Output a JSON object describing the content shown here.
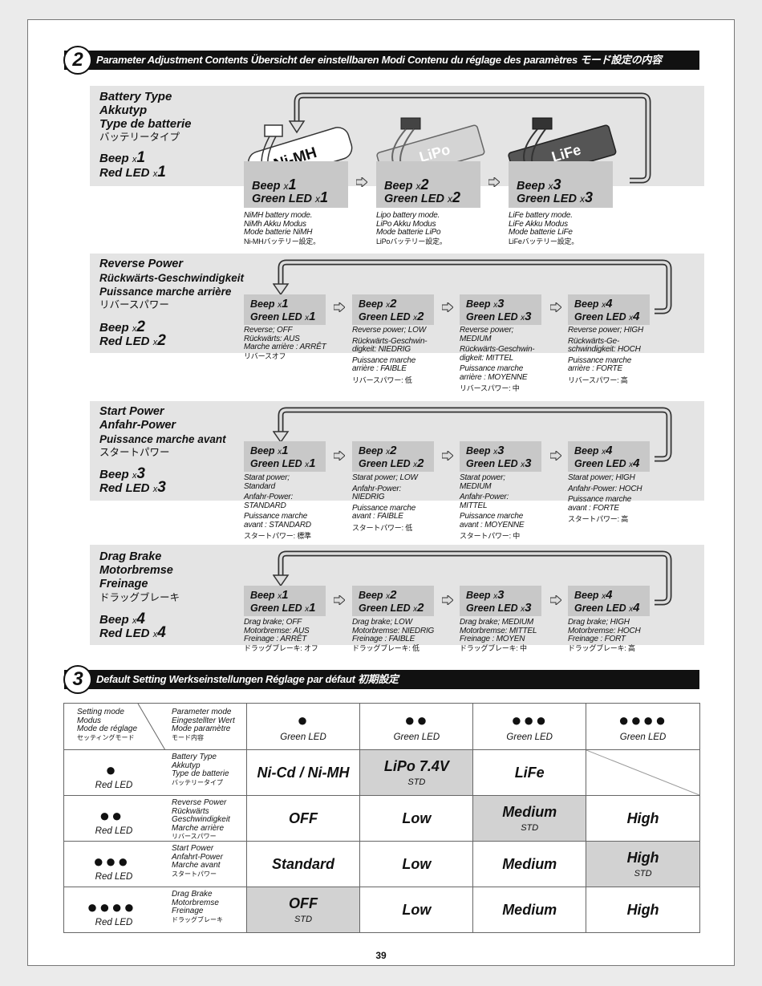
{
  "page_number": "39",
  "section2": {
    "number": "2",
    "heading": "Parameter Adjustment Contents   Übersicht der einstellbaren Modi   Contenu du réglage des paramètres   モード設定の内容"
  },
  "battery": {
    "title": [
      "Battery Type",
      "Akkutyp",
      "Type de batterie",
      "バッテリータイプ"
    ],
    "beep_label": "Beep",
    "beep_x": "x",
    "beep_n": "1",
    "red_label": "Red LED",
    "red_x": "x",
    "red_n": "1",
    "labels": [
      "Ni-MH",
      "LiPo",
      "LiFe"
    ],
    "options": [
      {
        "beep": "Beep",
        "beep_n": "1",
        "green": "Green LED",
        "green_n": "1",
        "desc": [
          "NiMH battery mode.",
          "NiMh Akku Modus",
          "Mode batterie NiMH",
          "Ni-MHバッテリー設定。"
        ]
      },
      {
        "beep": "Beep",
        "beep_n": "2",
        "green": "Green LED",
        "green_n": "2",
        "desc": [
          "Lipo battery mode.",
          "LiPo Akku Modus",
          "Mode batterie LiPo",
          "LiPoバッテリー設定。"
        ]
      },
      {
        "beep": "Beep",
        "beep_n": "3",
        "green": "Green LED",
        "green_n": "3",
        "desc": [
          "LiFe battery mode.",
          "LiFe Akku Modus",
          "Mode batterie LiFe",
          "LiFeバッテリー設定。"
        ]
      }
    ]
  },
  "reverse": {
    "title": [
      "Reverse Power",
      "Rückwärts-Geschwindigkeit",
      "Puissance marche arrière",
      "リバースパワー"
    ],
    "beep_n": "2",
    "red_n": "2",
    "options": [
      {
        "beep_n": "1",
        "green_n": "1",
        "desc": [
          "Reverse; OFF",
          "Rückwärts: AUS",
          "Marche arrière : ARRÊT",
          "リバースオフ"
        ]
      },
      {
        "beep_n": "2",
        "green_n": "2",
        "desc": [
          "Reverse power; LOW",
          "Rückwärts-Geschwin-",
          "digkeit: NIEDRIG",
          "Puissance marche",
          "arrière : FAIBLE",
          "リバースパワー: 低"
        ]
      },
      {
        "beep_n": "3",
        "green_n": "3",
        "desc": [
          "Reverse power;",
          "MEDIUM",
          "Rückwärts-Geschwin-",
          "digkeit: MITTEL",
          "Puissance marche",
          "arrière : MOYENNE",
          "リバースパワー: 中"
        ]
      },
      {
        "beep_n": "4",
        "green_n": "4",
        "desc": [
          "Reverse power; HIGH",
          "Rückwärts-Ge-",
          "schwindigkeit: HOCH",
          "Puissance marche",
          "arrière : FORTE",
          "リバースパワー: 高"
        ]
      }
    ]
  },
  "start": {
    "title": [
      "Start Power",
      "Anfahr-Power",
      "Puissance marche avant",
      "スタートパワー"
    ],
    "beep_n": "3",
    "red_n": "3",
    "options": [
      {
        "beep_n": "1",
        "green_n": "1",
        "desc": [
          "Starat power;",
          "Standard",
          "Anfahr-Power:",
          "STANDARD",
          "Puissance marche",
          "avant : STANDARD",
          "スタートパワー: 標準"
        ]
      },
      {
        "beep_n": "2",
        "green_n": "2",
        "desc": [
          "Starat power; LOW",
          "Anfahr-Power:",
          "NIEDRIG",
          "Puissance marche",
          "avant : FAIBLE",
          "スタートパワー: 低"
        ]
      },
      {
        "beep_n": "3",
        "green_n": "3",
        "desc": [
          "Starat power;",
          "MEDIUM",
          "Anfahr-Power:",
          "MITTEL",
          "Puissance marche",
          "avant : MOYENNE",
          "スタートパワー: 中"
        ]
      },
      {
        "beep_n": "4",
        "green_n": "4",
        "desc": [
          "Starat power; HIGH",
          "Anfahr-Power: HOCH",
          "Puissance marche",
          "avant : FORTE",
          "スタートパワー: 高"
        ]
      }
    ]
  },
  "drag": {
    "title": [
      "Drag Brake",
      "Motorbremse",
      "Freinage",
      "ドラッグブレーキ"
    ],
    "beep_n": "4",
    "red_n": "4",
    "options": [
      {
        "beep_n": "1",
        "green_n": "1",
        "desc": [
          "Drag brake; OFF",
          "Motorbremse: AUS",
          "Freinage : ARRÊT",
          "ドラッグブレーキ: オフ"
        ]
      },
      {
        "beep_n": "2",
        "green_n": "2",
        "desc": [
          "Drag brake; LOW",
          "Motorbremse: NIEDRIG",
          "Freinage : FAIBLE",
          "ドラッグブレーキ: 低"
        ]
      },
      {
        "beep_n": "3",
        "green_n": "3",
        "desc": [
          "Drag brake; MEDIUM",
          "Motorbremse: MITTEL",
          "Freinage : MOYEN",
          "ドラッグブレーキ: 中"
        ]
      },
      {
        "beep_n": "4",
        "green_n": "4",
        "desc": [
          "Drag brake; HIGH",
          "Motorbremse: HOCH",
          "Freinage : FORT",
          "ドラッグブレーキ: 高"
        ]
      }
    ]
  },
  "common": {
    "beep": "Beep",
    "green": "Green LED",
    "red": "Red LED",
    "x": "x"
  },
  "section3": {
    "number": "3",
    "heading": "Default Setting   Werkseinstellungen   Réglage par défaut   初期設定"
  },
  "table": {
    "corner_left": [
      "Setting mode",
      "Modus",
      "Mode de réglage",
      "セッティングモード"
    ],
    "corner_right": [
      "Parameter mode",
      "Eingestellter Wert",
      "Mode paramètre",
      "モード内容"
    ],
    "green_led": "Green LED",
    "red_led": "Red LED",
    "std": "STD",
    "col_dots": [
      1,
      2,
      3,
      4
    ],
    "rows": [
      {
        "dots": 1,
        "param": [
          "Battery Type",
          "Akkutyp",
          "Type de batterie",
          "バッテリータイプ"
        ],
        "values": [
          "Ni-Cd / Ni-MH",
          "LiPo 7.4V",
          "LiFe",
          ""
        ],
        "default_index": 1
      },
      {
        "dots": 2,
        "param": [
          "Reverse Power",
          "Rückwärts",
          "Geschwindigkeit",
          "Marche arrière",
          "リバースパワー"
        ],
        "values": [
          "OFF",
          "Low",
          "Medium",
          "High"
        ],
        "default_index": 2
      },
      {
        "dots": 3,
        "param": [
          "Start Power",
          "Anfahrt-Power",
          "Marche avant",
          "スタートパワー"
        ],
        "values": [
          "Standard",
          "Low",
          "Medium",
          "High"
        ],
        "default_index": 3
      },
      {
        "dots": 4,
        "param": [
          "Drag Brake",
          "Motorbremse",
          "Freinage",
          "ドラッグブレーキ"
        ],
        "values": [
          "OFF",
          "Low",
          "Medium",
          "High"
        ],
        "default_index": 0
      }
    ]
  }
}
